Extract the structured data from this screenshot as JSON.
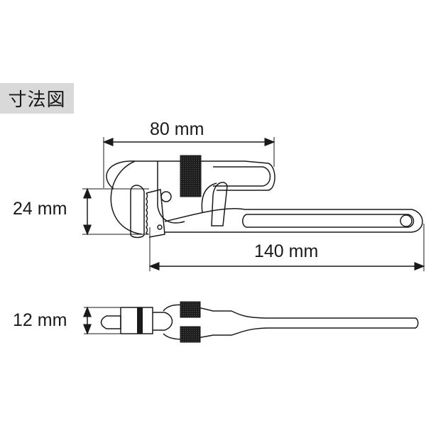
{
  "title": "寸法図",
  "dimensions": {
    "width_top": "80 mm",
    "jaw_opening": "24 mm",
    "overall_length": "140 mm",
    "thickness": "12 mm"
  },
  "colors": {
    "line": "#1a1a1a",
    "title_bg": "#d9d9d9",
    "knurl": "#1e1e1e"
  }
}
